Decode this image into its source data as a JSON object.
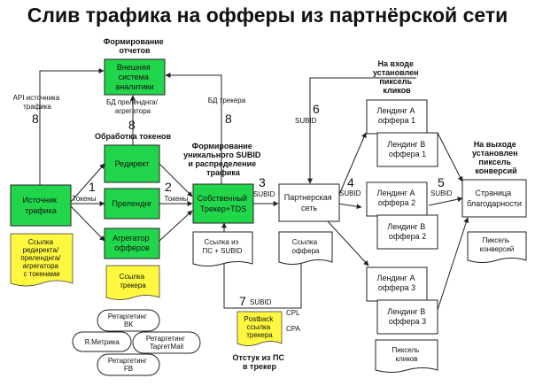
{
  "title": "Слив трафика на офферы из партнёрской сети",
  "colors": {
    "green": "#22d64c",
    "yellow": "#fff740",
    "stroke": "#222222"
  },
  "nodes": {
    "reports_title": [
      "Формирование",
      "отчетов"
    ],
    "analytics": [
      "Внешняя",
      "система",
      "аналитики"
    ],
    "api_label": [
      "API источника",
      "трафика"
    ],
    "bd_pre_label": [
      "БД преленднга/",
      "агрегатора"
    ],
    "bd_tracker_label": "БД трекера",
    "tokens_processing": "Обработка токенов",
    "redirect": "Редирект",
    "prelanding": "Преленднг",
    "aggregator": [
      "Агрегатор",
      "офферов"
    ],
    "source": [
      "Источник",
      "трафика"
    ],
    "tokens1": "Токены",
    "tokens2": "Токены",
    "subid_title": [
      "Формирование",
      "уникального SUBID",
      "и распределение",
      "трафика"
    ],
    "tracker": [
      "Собственный",
      "Трекер+TDS"
    ],
    "partner": [
      "Партнерская",
      "сеть"
    ],
    "landing_a1": [
      "Лендинг A",
      "оффера 1"
    ],
    "landing_b1": [
      "Лендинг B",
      "оффера 1"
    ],
    "landing_a2": [
      "Лендинг A",
      "оффера 2"
    ],
    "landing_b2": [
      "Лендинг B",
      "оффера 2"
    ],
    "landing_a3": [
      "Лендинг A",
      "оффера 3"
    ],
    "landing_b3": [
      "Лендинг B",
      "оффера 3"
    ],
    "click_pixel_title": [
      "На входе",
      "установлен",
      "пиксель",
      "кликов"
    ],
    "conv_pixel_title": [
      "На выходе",
      "установлен",
      "пиксель",
      "конверсий"
    ],
    "thanks": [
      "Страница",
      "благодарности"
    ],
    "conv_pixel": [
      "Пиксель",
      "конверсий"
    ],
    "click_pixel": [
      "Пиксель",
      "кликов"
    ],
    "doc_redirect_link": [
      "Ссылка",
      "редиректа/",
      "преленднга/",
      "агрегатора",
      "с токенами"
    ],
    "doc_tracker_link": [
      "Ссылка",
      "трекера"
    ],
    "doc_ps_link": [
      "Ссылка из",
      "ПС + SUBID"
    ],
    "doc_offer_link": [
      "Ссылка",
      "оффера"
    ],
    "doc_postback": [
      "Postback",
      "ссылка",
      "трекера"
    ],
    "cpl": "CPL",
    "cpa": "CPA",
    "retarget_vk": [
      "Ретаргетинг",
      "ВК"
    ],
    "metrika": "Я.Метрика",
    "retarget_mail": [
      "Ретаргетинг",
      "TapгетMail"
    ],
    "retarget_fb": [
      "Ретаргетинг",
      "FB"
    ],
    "postback_caption": [
      "Отстук из ПС",
      "в трекер"
    ],
    "subid": "SUBID",
    "step7_label": "SUBID"
  },
  "steps": {
    "s1": "1",
    "s2": "2",
    "s3": "3",
    "s4": "4",
    "s5": "5",
    "s6": "6",
    "s7": "7",
    "s8a": "8",
    "s8b": "8",
    "s8c": "8"
  }
}
